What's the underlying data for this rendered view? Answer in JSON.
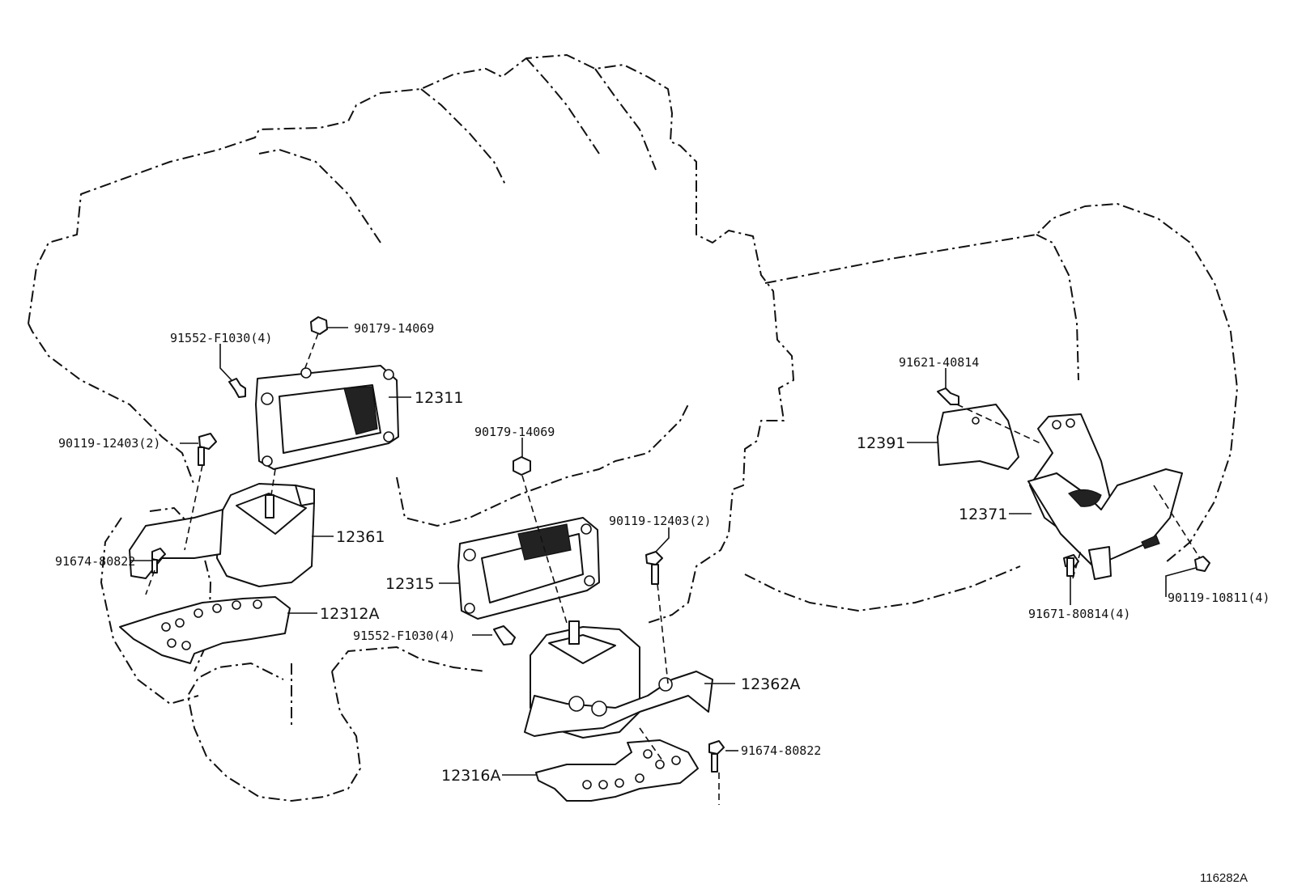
{
  "figure_id": "116282A",
  "labels": {
    "p12311": "12311",
    "p12361": "12361",
    "p12312A": "12312A",
    "p12315": "12315",
    "p12362A": "12362A",
    "p12316A": "12316A",
    "p12391": "12391",
    "p12371": "12371",
    "nut_left": "90179-14069",
    "bolt_left_a": "91552-F1030(4)",
    "bolt_left_b": "90119-12403(2)",
    "bolt_left_c": "91674-80822",
    "nut_mid": "90179-14069",
    "bolt_mid_a": "90119-12403(2)",
    "bolt_mid_b": "91552-F1030(4)",
    "bolt_mid_c": "91674-80822",
    "bolt_right_a": "91621-40814",
    "bolt_right_b": "91671-80814(4)",
    "bolt_right_c": "90119-10811(4)"
  }
}
